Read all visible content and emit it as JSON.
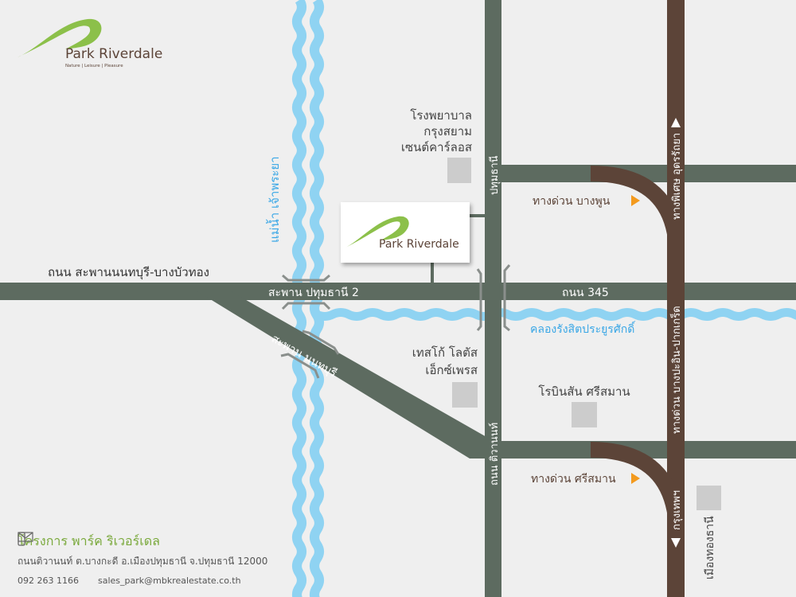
{
  "brand": {
    "name": "Park Riverdale",
    "tagline": "Nature | Leisure | Pleasure"
  },
  "colors": {
    "road": "#5d6b60",
    "expressway": "#5c4438",
    "water": "#8fd3f2",
    "water_text": "#3aa7e6",
    "accent_arrow": "#f39a1e",
    "brand_green": "#7aa93c"
  },
  "labels": {
    "road_left": "ถนน สะพานนนทบุรี-บางบัวทอง",
    "bridge_pathum": "สะพาน ปทุมธานี 2",
    "bridge_nonthaburi": "สะพาน นนทบุรี",
    "road_345": "ถนน 345",
    "river": "แม่น้ำ เจ้าพระยา",
    "canal": "คลองรังสิตประยูรศักดิ์",
    "road_pathum": "ปทุมธานี",
    "road_tiwanon": "ถนน ติวานนท์",
    "exp_udon": "ทางพิเศษ อุดรรัถยา",
    "exp_bangpa": "ทางด่วน บางปะอิน-ปากเกร็ด",
    "exp_bangkok": "กรุงเทพฯ",
    "exit_bangphun": "ทางด่วน บางพูน",
    "exit_srisaman": "ทางด่วน ศรีสมาน",
    "muangthong": "เมืองทองธานี"
  },
  "landmarks": {
    "hospital": [
      "โรงพยาบาล",
      "กรุงสยาม",
      "เซนต์คาร์ลอส"
    ],
    "tesco": [
      "เทสโก้ โลตัส",
      "เอ็กซ์เพรส"
    ],
    "robinson": "โรบินสัน ศรีสมาน"
  },
  "contact": {
    "project": "โครงการ พาร์ค ริเวอร์เดล",
    "address": "ถนนติวานนท์ ต.บางกะดี อ.เมืองปทุมธานี จ.ปทุมธานี 12000",
    "phone": "092 263 1166",
    "email": "sales_park@mbkrealestate.co.th",
    "phone_icon": "mobile-phone-icon",
    "email_icon": "envelope-icon"
  }
}
